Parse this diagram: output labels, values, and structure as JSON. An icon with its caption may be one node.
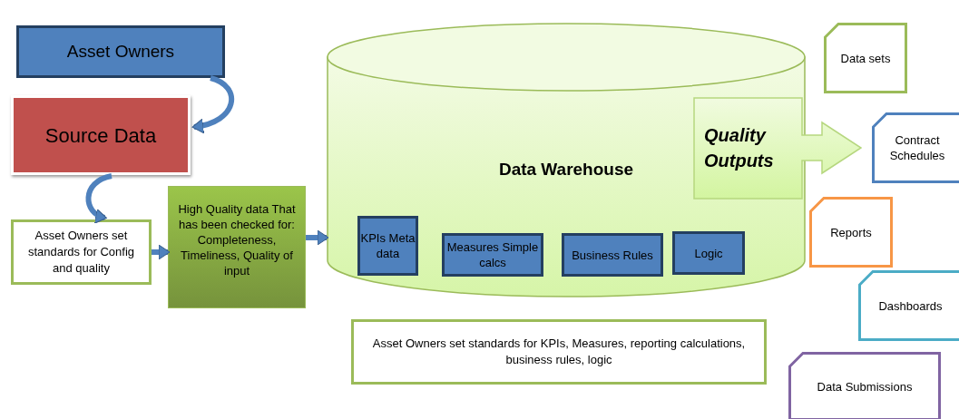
{
  "diagram": {
    "nodes": [
      {
        "text": [
          "Asset Owners"
        ]
      },
      {
        "text": [
          "Source Data"
        ]
      },
      {
        "text": [
          "Asset Owners set standards for Config and quality"
        ]
      },
      {
        "text": [
          "High Quality data That has been checked for: Completeness, Timeliness, Quality of input"
        ]
      },
      {
        "text": [
          "Data Warehouse"
        ]
      },
      {
        "text": [
          "KPIs Meta data"
        ],
        "in": 4
      },
      {
        "text": [
          "Measures Simple calcs"
        ],
        "in": 4
      },
      {
        "text": [
          "Business Rules"
        ],
        "in": 4
      },
      {
        "text": [
          "Logic"
        ],
        "in": 4
      },
      {
        "text": [
          "Quality Outputs"
        ]
      },
      {
        "text": [
          "Data sets"
        ]
      },
      {
        "text": [
          "Contract Schedules"
        ]
      },
      {
        "text": [
          "Reports"
        ]
      },
      {
        "text": [
          "Dashboards"
        ]
      },
      {
        "text": [
          "Data Submissions"
        ]
      },
      {
        "text": [
          "Asset Owners set standards for KPIs, Measures, reporting calculations, business rules, logic"
        ]
      }
    ],
    "edges": [
      {
        "from": 0,
        "to": 1,
        "arrow": "to"
      },
      {
        "from": 1,
        "to": 2,
        "arrow": "to"
      },
      {
        "from": 2,
        "to": 3,
        "arrow": "to"
      },
      {
        "from": 3,
        "to": 4,
        "arrow": "to"
      }
    ]
  }
}
